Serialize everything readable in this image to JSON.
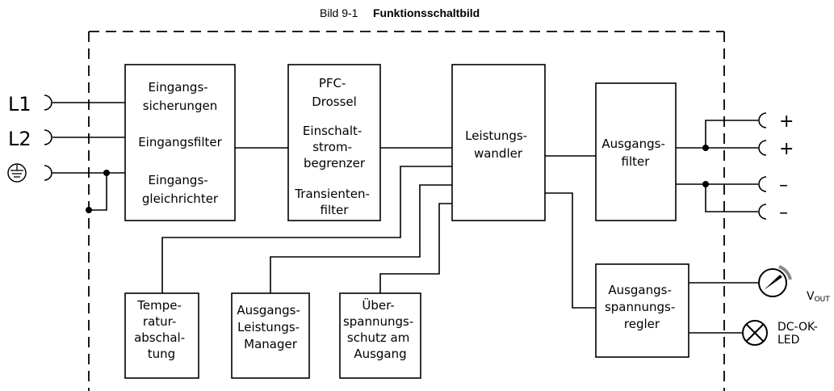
{
  "caption": {
    "prefix": "Bild 9-1",
    "title": "Funktionsschaltbild"
  },
  "inputs": {
    "l1": "L1",
    "l2": "L2",
    "pe_symbol": "ground-icon"
  },
  "blocks": {
    "input": {
      "fuse": [
        "Eingangs-",
        "sicherungen"
      ],
      "filter": [
        "Eingangsfilter"
      ],
      "rectifier": [
        "Eingangs-",
        "gleichrichter"
      ]
    },
    "pfc": {
      "choke": [
        "PFC-",
        "Drossel"
      ],
      "limiter": [
        "Einschalt-",
        "strom-",
        "begrenzer"
      ],
      "transient": [
        "Transienten-",
        "filter"
      ]
    },
    "converter": [
      "Leistungs-",
      "wandler"
    ],
    "output_filter": [
      "Ausgangs-",
      "filter"
    ],
    "voltage_regulator": [
      "Ausgangs-",
      "spannungs-",
      "regler"
    ],
    "temperature": [
      "Tempe-",
      "ratur-",
      "abschal-",
      "tung"
    ],
    "power_manager": [
      "Ausgangs-",
      "Leistungs-",
      "Manager"
    ],
    "overvoltage": [
      "Über-",
      "spannungs-",
      "schutz am",
      "Ausgang"
    ]
  },
  "outputs": {
    "plus_1": "+",
    "plus_2": "+",
    "minus_1": "–",
    "minus_2": "–",
    "vout_main": "V",
    "vout_sub": "OUT",
    "meter_icon": "voltmeter-icon",
    "led_icon": "lamp-icon",
    "dcok": [
      "DC-OK-",
      "LED"
    ]
  }
}
